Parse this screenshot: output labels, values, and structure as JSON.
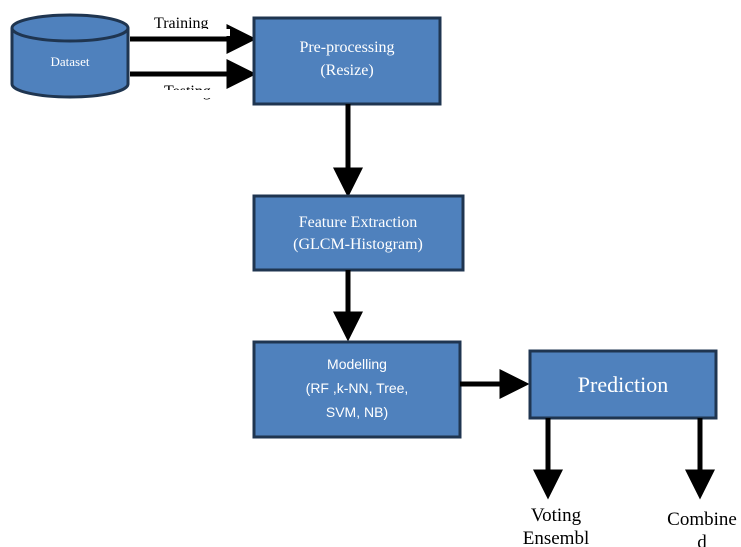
{
  "nodes": {
    "dataset": {
      "label": "Dataset"
    },
    "preprocessing": {
      "line1": "Pre-processing",
      "line2": "(Resize)"
    },
    "feature_extraction": {
      "line1": "Feature Extraction",
      "line2": "(GLCM-Histogram)"
    },
    "modelling": {
      "line1": "Modelling",
      "line2": "(RF ,k-NN, Tree,",
      "line3": "SVM, NB)"
    },
    "prediction": {
      "label": "Prediction"
    }
  },
  "edges": {
    "training": "Training",
    "testing": "Testing"
  },
  "outputs": {
    "voting": {
      "line1": "Voting",
      "line2": "Ensembl"
    },
    "combined": {
      "line1": "Combine",
      "line2": "d"
    }
  },
  "colors": {
    "box_fill": "#4f81bd",
    "box_stroke": "#1f3550",
    "arrow": "#000000",
    "text_on_box": "#ffffff"
  }
}
